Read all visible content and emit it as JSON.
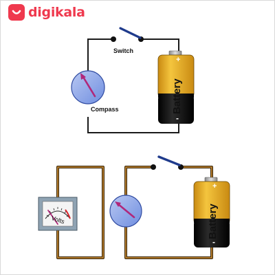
{
  "brand": {
    "name": "digikala",
    "color": "#ef394e"
  },
  "circuit_top": {
    "switch_label": "Switch",
    "compass_label": "Compass",
    "battery_label": "Battery",
    "battery_plus": "+",
    "battery_minus": "-"
  },
  "circuit_bottom": {
    "meter_label": "Volts",
    "battery_label": "Battery",
    "battery_plus": "+",
    "battery_minus": "-"
  },
  "colors": {
    "wire": "#8a5a1e",
    "wire_dark": "#3a2608",
    "battery_gold": "#e9b22a",
    "battery_black": "#111111",
    "compass_fill": "#8fa6e8",
    "needle": "#b0277a",
    "switch_lever": "#1f3b8c"
  },
  "icons": {
    "logo": "smile-bag-icon"
  }
}
